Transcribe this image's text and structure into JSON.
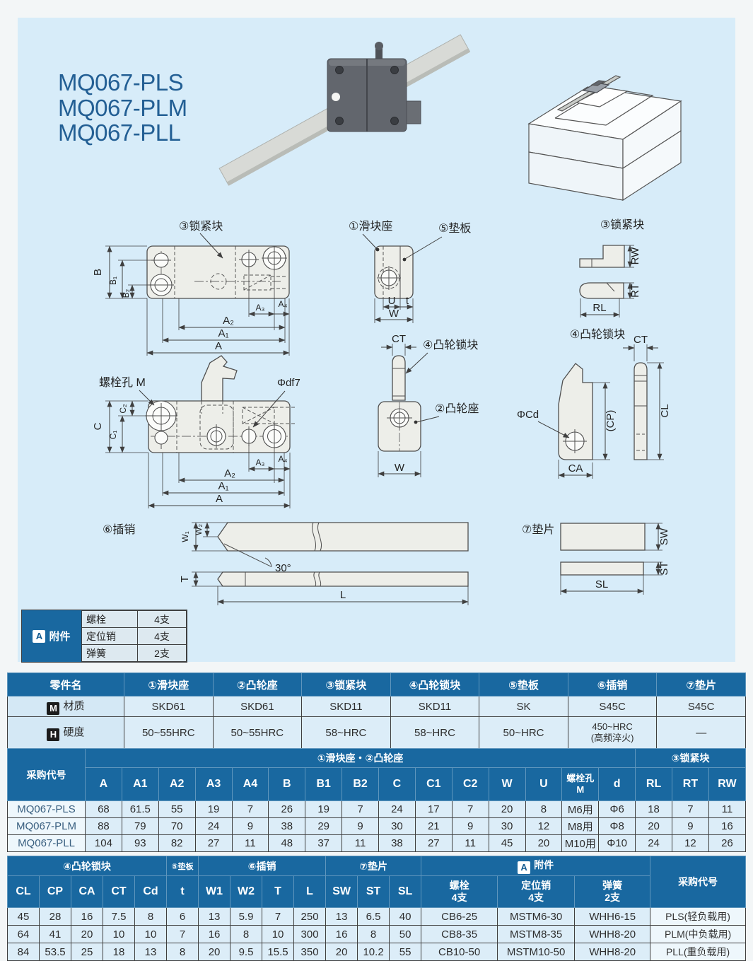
{
  "page": {
    "titles": [
      "MQ067-PLS",
      "MQ067-PLM",
      "MQ067-PLL"
    ]
  },
  "drawing_labels": {
    "lock_block": "③锁紧块",
    "slider_seat": "①滑块座",
    "plate": "⑤垫板",
    "cam_lock": "④凸轮锁块",
    "cam_seat": "②凸轮座",
    "pin": "⑥插销",
    "shim": "⑦垫片",
    "bolt_hole_m": "螺栓孔 M",
    "phi_df7": "Φdf7",
    "phi_cd": "ΦCd",
    "angle_30": "30°"
  },
  "dims": {
    "A": "A",
    "A1": "A₁",
    "A2": "A₂",
    "A3": "A₃",
    "A4": "A₄",
    "B": "B",
    "B1": "B₁",
    "B2": "B₂",
    "C": "C",
    "C1": "C₁",
    "C2": "C₂",
    "W": "W",
    "U": "U",
    "t": "t",
    "CT": "CT",
    "CL": "CL",
    "CP": "(CP)",
    "CA": "CA",
    "RL": "RL",
    "RT": "RT",
    "RW": "RW",
    "W1": "W₁",
    "W2": "W₂",
    "T": "T",
    "L": "L",
    "SW": "SW",
    "ST": "ST",
    "SL": "SL"
  },
  "accessory_box": {
    "tag": "A",
    "tag_label": "附件",
    "rows": [
      {
        "name": "螺栓",
        "qty": "4支"
      },
      {
        "name": "定位销",
        "qty": "4支"
      },
      {
        "name": "弹簧",
        "qty": "2支"
      }
    ]
  },
  "material_table": {
    "part_header": "零件名",
    "columns": [
      "①滑块座",
      "②凸轮座",
      "③锁紧块",
      "④凸轮锁块",
      "⑤垫板",
      "⑥插销",
      "⑦垫片"
    ],
    "material": {
      "tag": "M",
      "label": "材质",
      "values": [
        "SKD61",
        "SKD61",
        "SKD11",
        "SKD11",
        "SK",
        "S45C",
        "S45C"
      ]
    },
    "hardness": {
      "tag": "H",
      "label": "硬度",
      "values": [
        "50~55HRC",
        "50~55HRC",
        "58~HRC",
        "58~HRC",
        "50~HRC",
        "450~HRC\n(高频淬火)",
        "—"
      ]
    }
  },
  "dim_table": {
    "code_header": "采购代号",
    "group_seat": "①滑块座・②凸轮座",
    "group_lock": "③锁紧块",
    "columns": [
      "A",
      "A1",
      "A2",
      "A3",
      "A4",
      "B",
      "B1",
      "B2",
      "C",
      "C1",
      "C2",
      "W",
      "U",
      "螺栓孔\nM",
      "d",
      "RL",
      "RT",
      "RW"
    ],
    "rows": [
      {
        "code": "MQ067-PLS",
        "values": [
          "68",
          "61.5",
          "55",
          "19",
          "7",
          "26",
          "19",
          "7",
          "24",
          "17",
          "7",
          "20",
          "8",
          "M6用",
          "Φ6",
          "18",
          "7",
          "11"
        ]
      },
      {
        "code": "MQ067-PLM",
        "values": [
          "88",
          "79",
          "70",
          "24",
          "9",
          "38",
          "29",
          "9",
          "30",
          "21",
          "9",
          "30",
          "12",
          "M8用",
          "Φ8",
          "20",
          "9",
          "16"
        ]
      },
      {
        "code": "MQ067-PLL",
        "values": [
          "104",
          "93",
          "82",
          "27",
          "11",
          "48",
          "37",
          "11",
          "38",
          "27",
          "11",
          "45",
          "20",
          "M10用",
          "Φ10",
          "24",
          "12",
          "26"
        ]
      }
    ]
  },
  "detail_table": {
    "group_cam_lock": "④凸轮锁块",
    "group_plate": "⑤垫板",
    "group_pin": "⑥插销",
    "group_shim": "⑦垫片",
    "group_accessory_tag": "A",
    "group_accessory": "附件",
    "code_header": "采购代号",
    "columns": [
      "CL",
      "CP",
      "CA",
      "CT",
      "Cd",
      "t",
      "W1",
      "W2",
      "T",
      "L",
      "SW",
      "ST",
      "SL"
    ],
    "accessory_columns": [
      "螺栓\n4支",
      "定位销\n4支",
      "弹簧\n2支"
    ],
    "rows": [
      {
        "values": [
          "45",
          "28",
          "16",
          "7.5",
          "8",
          "6",
          "13",
          "5.9",
          "7",
          "250",
          "13",
          "6.5",
          "40"
        ],
        "accessories": [
          "CB6-25",
          "MSTM6-30",
          "WHH6-15"
        ],
        "code": "PLS(轻负载用)"
      },
      {
        "values": [
          "64",
          "41",
          "20",
          "10",
          "10",
          "7",
          "16",
          "8",
          "10",
          "300",
          "16",
          "8",
          "50"
        ],
        "accessories": [
          "CB8-35",
          "MSTM8-35",
          "WHH8-20"
        ],
        "code": "PLM(中负载用)"
      },
      {
        "values": [
          "84",
          "53.5",
          "25",
          "18",
          "13",
          "8",
          "20",
          "9.5",
          "15.5",
          "350",
          "20",
          "10.2",
          "55"
        ],
        "accessories": [
          "CB10-50",
          "MSTM10-50",
          "WHH8-20"
        ],
        "code": "PLL(重负载用)"
      }
    ]
  },
  "colors": {
    "header_blue": "#1968a0",
    "panel_blue": "#d7ecf9",
    "cell_blue": "#dcedf8",
    "title_blue": "#235f94"
  }
}
